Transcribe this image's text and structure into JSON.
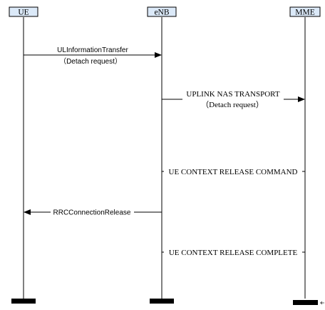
{
  "diagram": {
    "type": "sequence-diagram",
    "colors": {
      "header_fill": "#dbe9f8",
      "line": "#000000",
      "terminator": "#000000"
    },
    "participants": [
      {
        "id": "ue",
        "label": "UE"
      },
      {
        "id": "enb",
        "label": "eNB"
      },
      {
        "id": "mme",
        "label": "MME"
      }
    ],
    "messages": [
      {
        "id": "ul-info-transfer",
        "from": "ue",
        "to": "enb",
        "label": "ULInformationTransfer",
        "sublabel": "（Detach request）"
      },
      {
        "id": "uplink-nas-transport",
        "from": "enb",
        "to": "mme",
        "label": "UPLINK NAS TRANSPORT",
        "sublabel": "（Detach request）"
      },
      {
        "id": "ue-context-release-command",
        "from": "mme",
        "to": "enb",
        "label": "UE CONTEXT RELEASE COMMAND",
        "sublabel": ""
      },
      {
        "id": "rrc-connection-release",
        "from": "enb",
        "to": "ue",
        "label": "RRCConnectionRelease",
        "sublabel": ""
      },
      {
        "id": "ue-context-release-complete",
        "from": "enb",
        "to": "mme",
        "label": "UE CONTEXT RELEASE COMPLETE",
        "sublabel": ""
      }
    ]
  }
}
